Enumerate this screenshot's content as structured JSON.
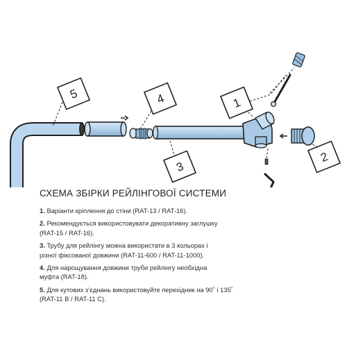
{
  "labels": [
    "1",
    "2",
    "3",
    "4",
    "5"
  ],
  "title": "СХЕМА ЗБІРКИ РЕЙЛІНГОВОЇ СИСТЕМИ",
  "notes": [
    {
      "num": "1.",
      "lines": [
        "Варіанти кріплення до стіни (RAT-13 / RAT-16)."
      ]
    },
    {
      "num": "2.",
      "lines": [
        "Рекомендується використовувати декоративну заглушку",
        "(RAT-15 / RAT-16)."
      ]
    },
    {
      "num": "3.",
      "lines": [
        "Трубу для рейлінгу можна використати в 3 кольорах і",
        "різної фіксованої довжини (RAT-11-600 / RAT-11-1000)."
      ]
    },
    {
      "num": "4.",
      "lines": [
        "Для нарощування довжини труби рейлінгу необхідна",
        "муфта (RAT-18)."
      ]
    },
    {
      "num": "5.",
      "lines": [
        "Для кутових з’єднань використовуйте перехідник на 90˚ і 135˚",
        "(RAT-11 B / RAT-11 C)."
      ]
    }
  ],
  "colors": {
    "tube": "#b9d6ee",
    "tube_dark": "#8fb4d6",
    "outline": "#1f1f1f"
  }
}
